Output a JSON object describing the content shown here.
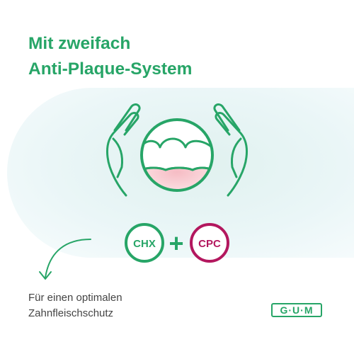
{
  "headline": {
    "line1": "Mit zweifach",
    "line2": "Anti-Plaque-System"
  },
  "ingredients": {
    "first": "CHX",
    "operator": "+",
    "second": "CPC"
  },
  "caption": {
    "line1": "Für einen optimalen",
    "line2": "Zahnfleischschutz"
  },
  "brand": {
    "logo_text": "G·U·M"
  },
  "colors": {
    "brand_green": "#27a567",
    "cpc_magenta": "#b3175e",
    "gum_pink": "#f4b8c0",
    "text_grey": "#444444"
  },
  "icons": [
    "protecting-hands-icon",
    "teeth-gum-icon",
    "arrow-down-left-icon"
  ]
}
